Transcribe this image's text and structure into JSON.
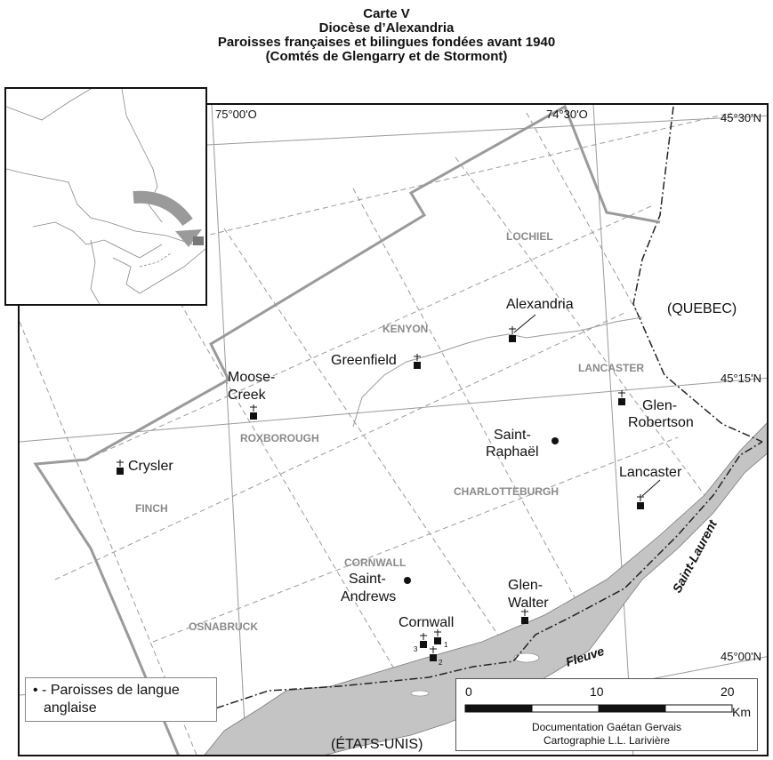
{
  "title": {
    "line1": "Carte V",
    "line2": "Diocèse d’Alexandria",
    "line3": "Paroisses françaises et bilingues fondées avant 1940",
    "line4": "(Comtés de Glengarry et de Stormont)"
  },
  "coords": {
    "lon_7500": "75°00'O",
    "lon_7430": "74°30'O",
    "lat_4530": "45°30'N",
    "lat_4515": "45°15'N",
    "lat_4500": "45°00'N"
  },
  "townships": {
    "lochiel": "LOCHIEL",
    "kenyon": "KENYON",
    "lancaster": "LANCASTER",
    "roxborough": "ROXBOROUGH",
    "finch": "FINCH",
    "charlotteburgh": "CHARLOTTEBURGH",
    "cornwall": "CORNWALL",
    "osnabruck": "OSNABRUCK"
  },
  "regions": {
    "quebec": "(QUEBEC)",
    "etats_unis": "(ÉTATS-UNIS)"
  },
  "water": {
    "fleuve": "Fleuve",
    "saint_laurent": "Saint-Laurent"
  },
  "places": {
    "alexandria": "Alexandria",
    "greenfield": "Greenfield",
    "moose_creek_1": "Moose-",
    "moose_creek_2": "Creek",
    "glen_robertson_1": "Glen-",
    "glen_robertson_2": "Robertson",
    "saint_raphael_1": "Saint-",
    "saint_raphael_2": "Raphaël",
    "crysler": "Crysler",
    "lancaster_town": "Lancaster",
    "saint_andrews_1": "Saint-",
    "saint_andrews_2": "Andrews",
    "glen_walter_1": "Glen-",
    "glen_walter_2": "Walter",
    "cornwall_town": "Cornwall",
    "cornwall_n1": "1",
    "cornwall_n2": "2",
    "cornwall_n3": "3"
  },
  "legend": {
    "line1": "• - Paroisses de langue",
    "line2": "anglaise"
  },
  "scale": {
    "ticks": [
      "0",
      "10",
      "20"
    ],
    "unit": "Km",
    "credit1": "Documentation Gaétan Gervais",
    "credit2": "Cartographie L.L. Larivière"
  },
  "colors": {
    "river": "#c4c4c4",
    "county_border": "#9a9a9a",
    "grid": "#9a9a9a"
  }
}
